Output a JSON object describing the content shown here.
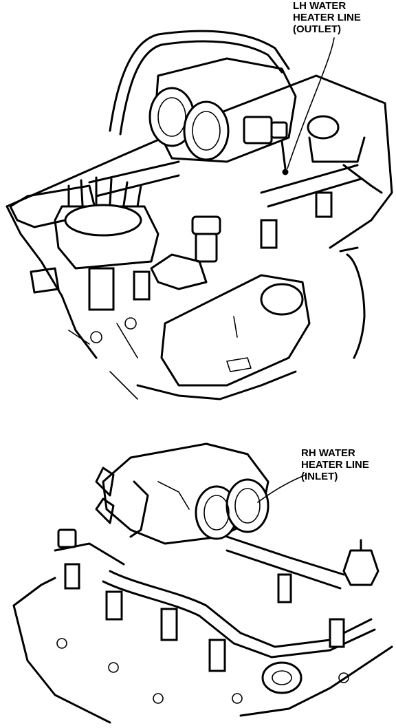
{
  "callouts": {
    "lh": {
      "line1": "LH WATER",
      "line2": "HEATER LINE",
      "line3": "(OUTLET)"
    },
    "rh": {
      "line1": "RH WATER",
      "line2": "HEATER LINE",
      "line3": "(INLET)"
    }
  }
}
